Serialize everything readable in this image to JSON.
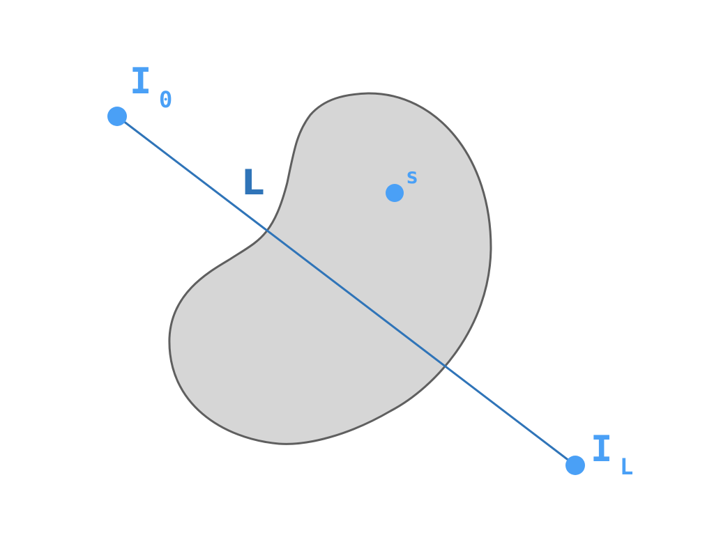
{
  "colors": {
    "background": "#ffffff",
    "region_fill": "#d6d6d6",
    "region_stroke": "#5f5f5f",
    "ray": "#2f74b8",
    "point": "#4aa0f6",
    "label_path": "#2f74b8",
    "label_point": "#4aa0f6"
  },
  "labels": {
    "start_main": "I",
    "start_sub": "0",
    "end_main": "I",
    "end_sub": "L",
    "path": "L",
    "source": "s"
  }
}
